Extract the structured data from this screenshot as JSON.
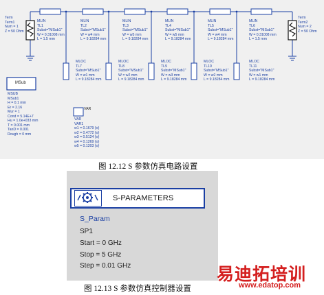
{
  "figure1": {
    "caption": "图 12.12 S 参数仿真电路设置",
    "term1": {
      "label": "Term",
      "name": "Term1",
      "num": "Num = 1",
      "z": "Z = 50 Ohm"
    },
    "term2": {
      "label": "Term",
      "name": "Term2",
      "num": "Num = 2",
      "z": "Z = 50 Ohm"
    },
    "mlin": [
      {
        "label": "MLIN",
        "name": "TL1",
        "subst": "Subst=\"MSub1\"",
        "w": "W = 0.31008 mm",
        "l": "L = 1.5 mm"
      },
      {
        "label": "MLIN",
        "name": "TL2",
        "subst": "Subst=\"MSub1\"",
        "w": "W = w4 mm",
        "l": "L = 9.18284 mm"
      },
      {
        "label": "MLIN",
        "name": "TL3",
        "subst": "Subst=\"MSub1\"",
        "w": "W = w5 mm",
        "l": "L = 9.18284 mm"
      },
      {
        "label": "MLIN",
        "name": "TL4",
        "subst": "Subst=\"MSub1\"",
        "w": "W = w5 mm",
        "l": "L = 9.18284 mm"
      },
      {
        "label": "MLIN",
        "name": "TL5",
        "subst": "Subst=\"MSub1\"",
        "w": "W = w4 mm",
        "l": "L = 9.18284 mm"
      },
      {
        "label": "MLIN",
        "name": "TL6",
        "subst": "Subst=\"MSub1\"",
        "w": "W = 0.31008 mm",
        "l": "L = 1.5 mm"
      }
    ],
    "mloc": [
      {
        "label": "MLOC",
        "name": "TL7",
        "subst": "Subst=\"MSub1\"",
        "w": "W = w1 mm",
        "l": "L = 9.18284 mm"
      },
      {
        "label": "MLOC",
        "name": "TL8",
        "subst": "Subst=\"MSub1\"",
        "w": "W = w2 mm",
        "l": "L = 9.18284 mm"
      },
      {
        "label": "MLOC",
        "name": "TL9",
        "subst": "Subst=\"MSub1\"",
        "w": "W = w3 mm",
        "l": "L = 9.18284 mm"
      },
      {
        "label": "MLOC",
        "name": "TL10",
        "subst": "Subst=\"MSub1\"",
        "w": "W = w2 mm",
        "l": "L = 9.18284 mm"
      },
      {
        "label": "MLOC",
        "name": "TL11",
        "subst": "Subst=\"MSub1\"",
        "w": "W = w1 mm",
        "l": "L = 9.18284 mm"
      }
    ],
    "msub": {
      "box_label": "MSub",
      "lines": [
        "MSUB",
        "MSub1",
        "H = 0.1 mm",
        "Er = 2.16",
        "Mur = 1",
        "Cond = 5.14E+7",
        "Hu = 1.0e+033 mm",
        "T = 0.001 mm",
        "TanD = 0.001",
        "Rough = 0 mm"
      ]
    },
    "var": {
      "box_label": "VAR",
      "lines": [
        "VAR",
        "VAR1",
        "w1 = 0.1679 {o}",
        "w2 = 0.4772 {o}",
        "w3 = 0.5124 {o}",
        "w4 = 0.1269 {o}",
        "w5 = 0.1203 {o}"
      ]
    }
  },
  "figure2": {
    "caption": "图 12.13   S 参数仿真控制器设置",
    "title": "S-PARAMETERS",
    "name_label": "S_Param",
    "instance": "SP1",
    "start": "Start = 0 GHz",
    "stop": "Stop = 5 GHz",
    "step": "Step = 0.01 GHz"
  },
  "watermark": {
    "brand": "易迪拓培训",
    "url": "www.edatop.com"
  },
  "colors": {
    "wire": "#1a3fa3",
    "resistor": "#111111",
    "watermark": "#d41f1f",
    "controller_bg": "#d8d8d8"
  }
}
